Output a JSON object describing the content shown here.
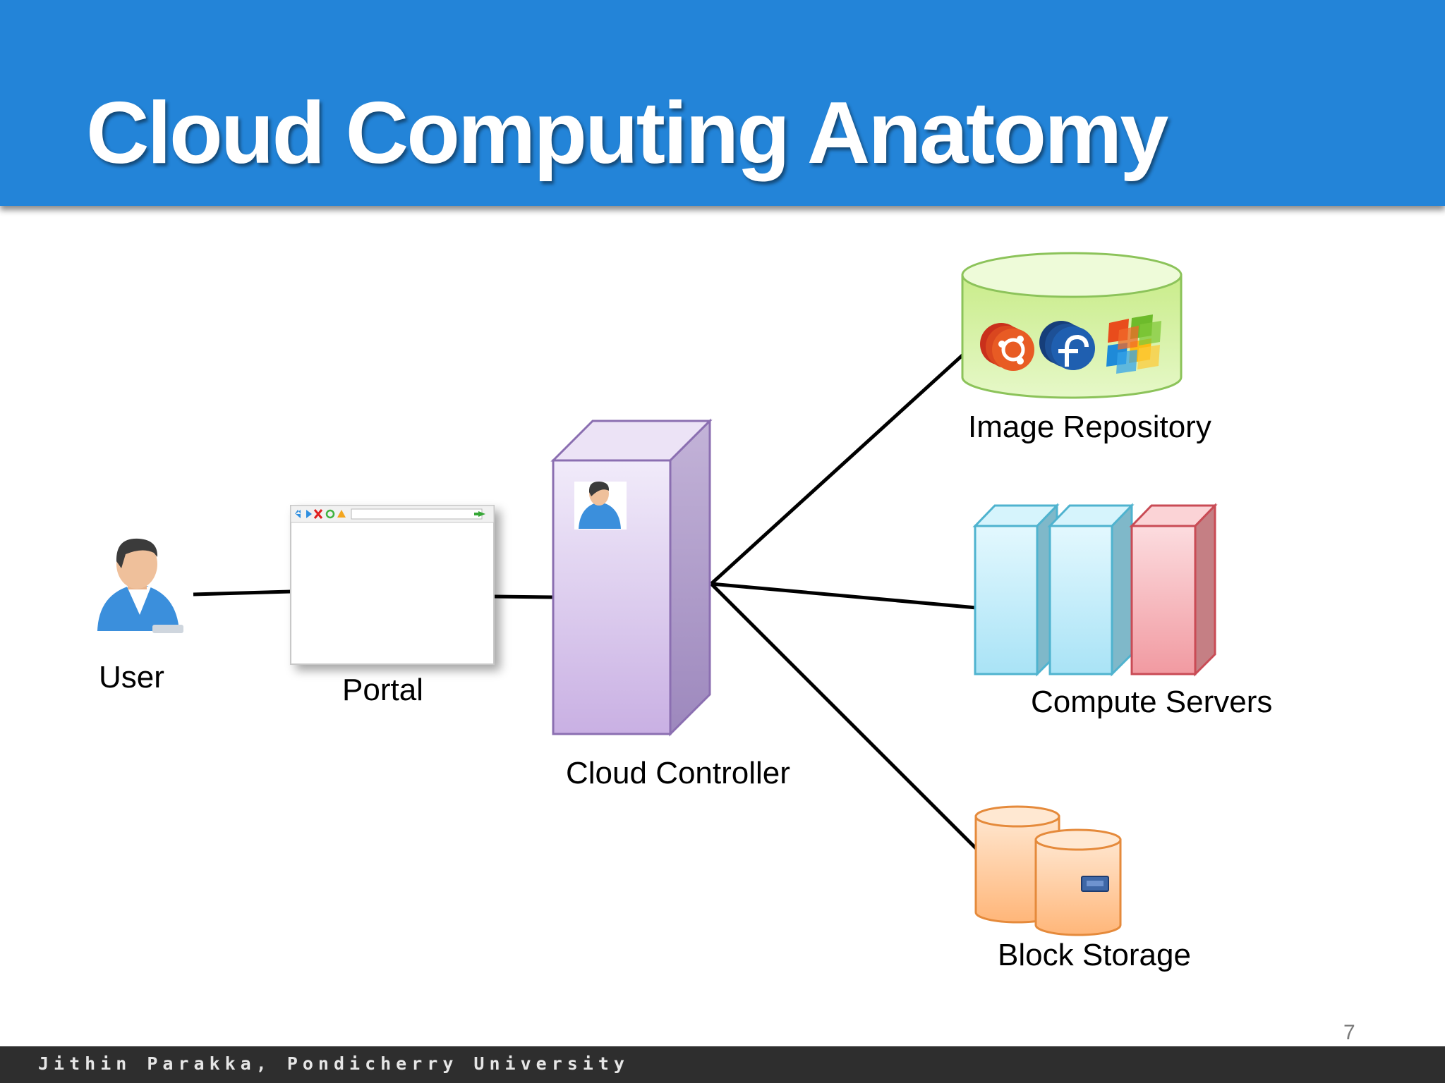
{
  "title": "Cloud Computing Anatomy",
  "nodes": {
    "user": "User",
    "portal": "Portal",
    "controller": "Cloud Controller",
    "image_repository": "Image Repository",
    "compute_servers": "Compute Servers",
    "block_storage": "Block Storage"
  },
  "icons": {
    "user": "user-avatar-icon",
    "portal": "browser-window-icon",
    "controller": "server-tower-icon",
    "image_repository": "database-cylinder-icon",
    "os_images": [
      "ubuntu-icon",
      "fedora-icon",
      "windows-icon"
    ],
    "compute_servers": "server-rack-icon",
    "block_storage": "storage-cylinder-icon"
  },
  "edges": [
    [
      "user",
      "portal"
    ],
    [
      "portal",
      "controller"
    ],
    [
      "controller",
      "image_repository"
    ],
    [
      "controller",
      "compute_servers"
    ],
    [
      "controller",
      "block_storage"
    ]
  ],
  "colors": {
    "header": "#2384d8",
    "controller": "#d7c6ee",
    "image_repository": "#d6f2a6",
    "compute_server": "#c5eefa",
    "compute_server_alt": "#f7b3b7",
    "block_storage": "#ffc89a"
  },
  "page_number": "7",
  "footer": "Jithin Parakka, Pondicherry University"
}
